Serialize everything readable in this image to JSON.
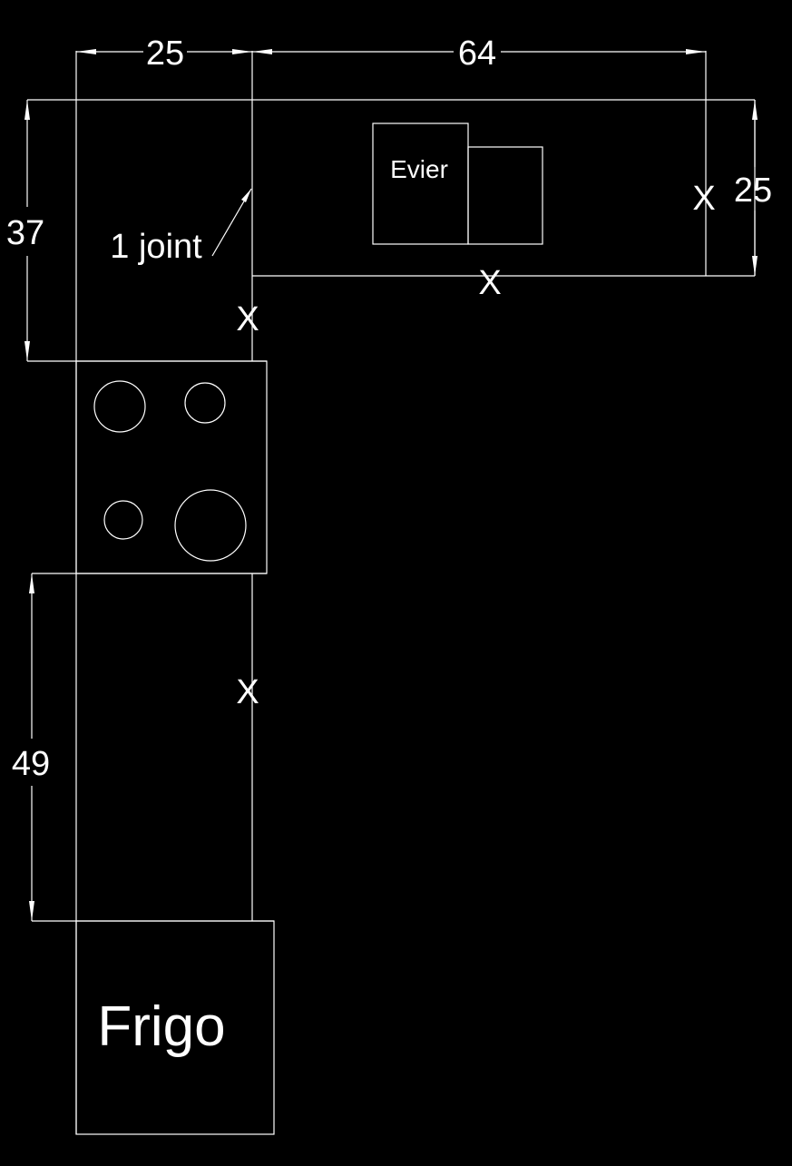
{
  "dimensions": {
    "top_left_width": "25",
    "top_right_width": "64",
    "left_upper_height": "37",
    "right_depth": "25",
    "left_lower_height": "49"
  },
  "labels": {
    "joint": "1 joint",
    "sink": "Evier",
    "fridge": "Frigo"
  },
  "marks": {
    "cross": "X"
  },
  "colors": {
    "background": "#000000",
    "line": "#ffffff"
  }
}
